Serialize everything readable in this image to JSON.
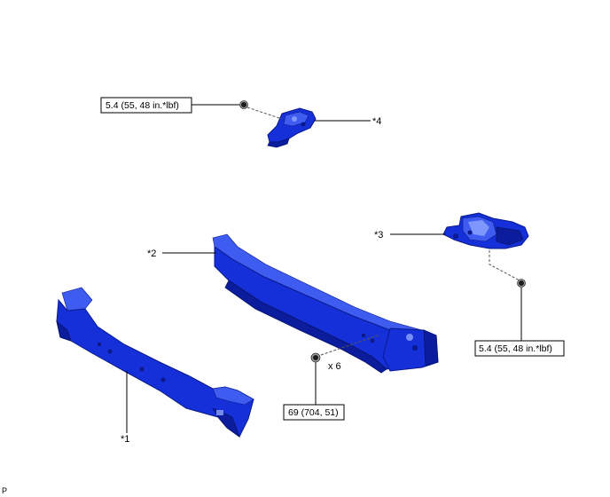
{
  "diagram": {
    "part_labels": {
      "p1": "*1",
      "p2": "*2",
      "p3": "*3",
      "p4": "*4"
    },
    "torque": {
      "top_left": "5.4 (55, 48 in.*lbf)",
      "right": "5.4 (55, 48 in.*lbf)",
      "bottom": "69 (704, 51)"
    },
    "quantity": "x 6",
    "corner_mark": "P",
    "colors": {
      "part": "#1530d8",
      "part_dark": "#0b1c9c",
      "part_highlight": "#8fa6ff",
      "line": "#000000"
    }
  }
}
